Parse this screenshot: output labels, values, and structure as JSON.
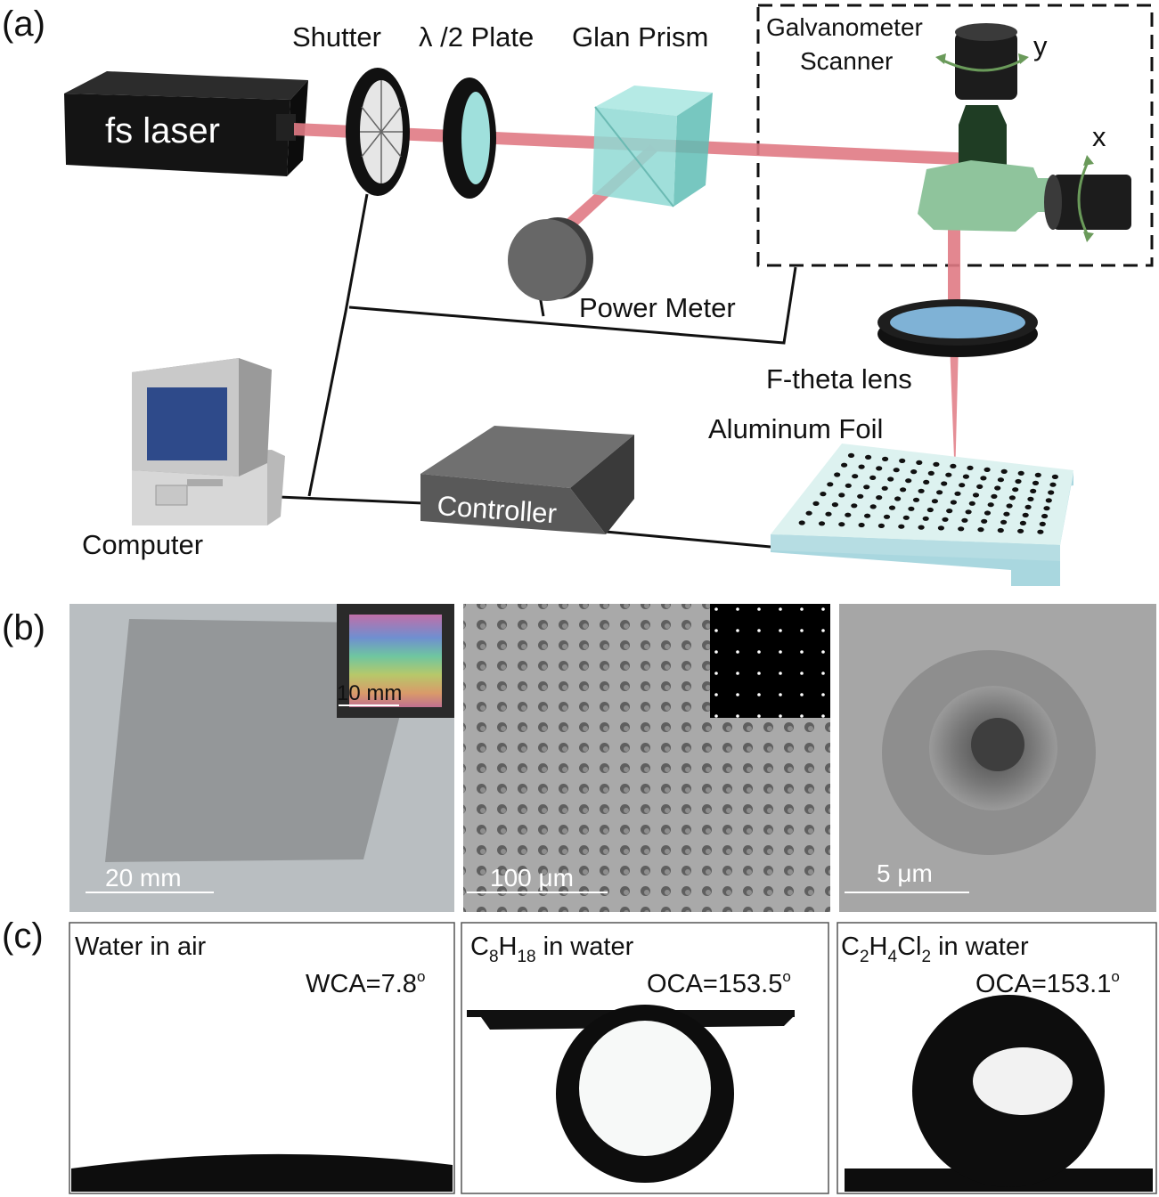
{
  "panel_a": {
    "letter": "(a)",
    "labels": {
      "laser": "fs laser",
      "shutter": "Shutter",
      "half_wave_plate": "λ /2 Plate",
      "glan_prism": "Glan Prism",
      "galvanometer_line1": "Galvanometer",
      "galvanometer_line2": "Scanner",
      "axis_y": "y",
      "axis_x": "x",
      "power_meter": "Power Meter",
      "f_theta_lens": "F-theta lens",
      "aluminum_foil": "Aluminum Foil",
      "controller": "Controller",
      "computer": "Computer"
    }
  },
  "panel_b": {
    "letter": "(b)",
    "images": [
      {
        "scale_bar": "20 mm",
        "inset_scale_bar": "10 mm"
      },
      {
        "scale_bar": "100 μm"
      },
      {
        "scale_bar": "5 μm"
      }
    ]
  },
  "panel_c": {
    "letter": "(c)",
    "images": [
      {
        "liquid": "Water in air",
        "angle_label": "WCA",
        "angle_value": "7.8",
        "degree": "o"
      },
      {
        "liquid_parts": [
          "C",
          "8",
          "H",
          "18",
          " in water"
        ],
        "angle_label": "OCA",
        "angle_value": "153.5",
        "degree": "o"
      },
      {
        "liquid_parts": [
          "C",
          "2",
          "H",
          "4",
          "Cl",
          "2",
          " in water"
        ],
        "angle_label": "OCA",
        "angle_value": "153.1",
        "degree": "o"
      }
    ]
  },
  "colors": {
    "beam": "#e07a84",
    "prism": "#7fd3cc",
    "scanner_green": "#8fc49c",
    "foil": "#d9f2ee"
  }
}
